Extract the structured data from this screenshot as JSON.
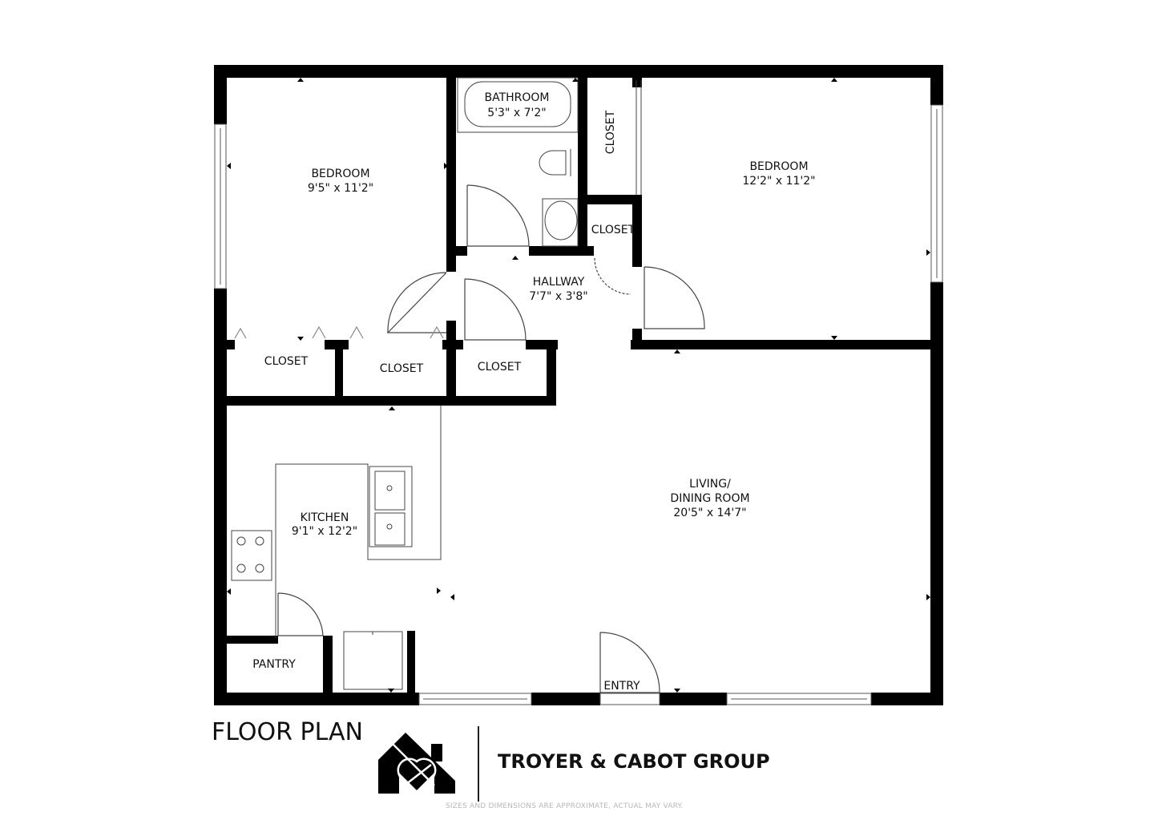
{
  "plan": {
    "title": "FLOOR PLAN",
    "wall_color": "#000000",
    "background_color": "#ffffff",
    "rooms": [
      {
        "name": "BEDROOM",
        "dimensions": "9'5\" x 11'2\""
      },
      {
        "name": "BATHROOM",
        "dimensions": "5'3\" x 7'2\""
      },
      {
        "name": "CLOSET",
        "dimensions": ""
      },
      {
        "name": "BEDROOM",
        "dimensions": "12'2\" x 11'2\""
      },
      {
        "name": "CLOSET",
        "dimensions": ""
      },
      {
        "name": "HALLWAY",
        "dimensions": "7'7\" x 3'8\""
      },
      {
        "name": "CLOSET",
        "dimensions": ""
      },
      {
        "name": "CLOSET",
        "dimensions": ""
      },
      {
        "name": "CLOSET",
        "dimensions": ""
      },
      {
        "name": "KITCHEN",
        "dimensions": "9'1\" x 12'2\""
      },
      {
        "name": "LIVING/",
        "name_line2": "DINING ROOM",
        "dimensions": "20'5\" x 14'7\""
      },
      {
        "name": "PANTRY",
        "dimensions": ""
      },
      {
        "name": "ENTRY",
        "dimensions": ""
      }
    ]
  },
  "branding": {
    "company": "TROYER & CABOT GROUP",
    "logo_icon": "house-heart-icon",
    "disclaimer": "SIZES AND DIMENSIONS ARE APPROXIMATE, ACTUAL MAY VARY."
  }
}
